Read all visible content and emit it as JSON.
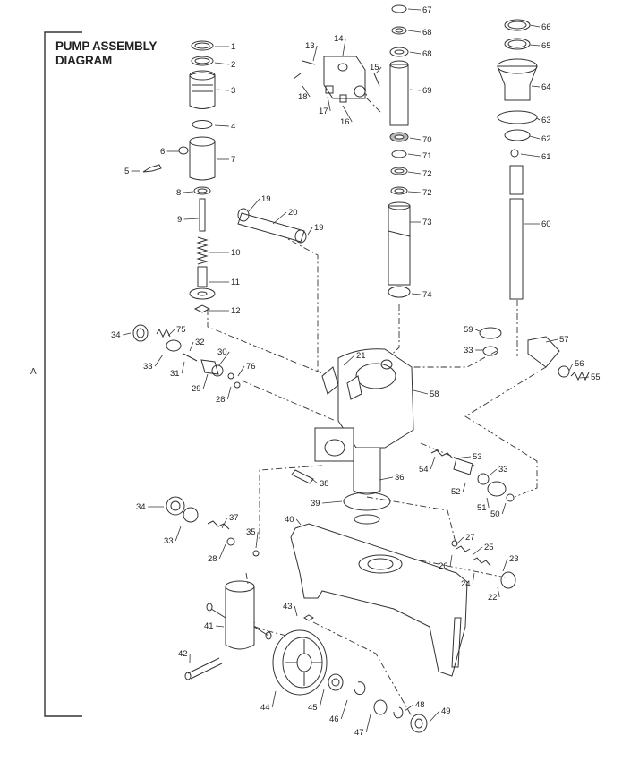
{
  "diagram": {
    "title_line1": "PUMP ASSEMBLY",
    "title_line2": "DIAGRAM",
    "section_letter": "A"
  },
  "parts": [
    {
      "label": "1"
    },
    {
      "label": "2"
    },
    {
      "label": "3"
    },
    {
      "label": "4"
    },
    {
      "label": "5"
    },
    {
      "label": "6"
    },
    {
      "label": "7"
    },
    {
      "label": "8"
    },
    {
      "label": "9"
    },
    {
      "label": "10"
    },
    {
      "label": "11"
    },
    {
      "label": "12"
    },
    {
      "label": "13"
    },
    {
      "label": "14"
    },
    {
      "label": "15"
    },
    {
      "label": "16"
    },
    {
      "label": "17"
    },
    {
      "label": "18"
    },
    {
      "label": "19"
    },
    {
      "label": "20"
    },
    {
      "label": "19"
    },
    {
      "label": "21"
    },
    {
      "label": "22"
    },
    {
      "label": "23"
    },
    {
      "label": "24"
    },
    {
      "label": "25"
    },
    {
      "label": "26"
    },
    {
      "label": "27"
    },
    {
      "label": "28"
    },
    {
      "label": "29"
    },
    {
      "label": "30"
    },
    {
      "label": "31"
    },
    {
      "label": "32"
    },
    {
      "label": "33"
    },
    {
      "label": "34"
    },
    {
      "label": "75"
    },
    {
      "label": "76"
    },
    {
      "label": "28"
    },
    {
      "label": "33"
    },
    {
      "label": "34"
    },
    {
      "label": "37"
    },
    {
      "label": "35"
    },
    {
      "label": "36"
    },
    {
      "label": "38"
    },
    {
      "label": "39"
    },
    {
      "label": "40"
    },
    {
      "label": "41"
    },
    {
      "label": "42"
    },
    {
      "label": "43"
    },
    {
      "label": "44"
    },
    {
      "label": "45"
    },
    {
      "label": "46"
    },
    {
      "label": "47"
    },
    {
      "label": "48"
    },
    {
      "label": "49"
    },
    {
      "label": "50"
    },
    {
      "label": "51"
    },
    {
      "label": "52"
    },
    {
      "label": "53"
    },
    {
      "label": "33"
    },
    {
      "label": "54"
    },
    {
      "label": "55"
    },
    {
      "label": "56"
    },
    {
      "label": "57"
    },
    {
      "label": "58"
    },
    {
      "label": "59"
    },
    {
      "label": "33"
    },
    {
      "label": "60"
    },
    {
      "label": "61"
    },
    {
      "label": "62"
    },
    {
      "label": "63"
    },
    {
      "label": "64"
    },
    {
      "label": "65"
    },
    {
      "label": "66"
    },
    {
      "label": "67"
    },
    {
      "label": "68"
    },
    {
      "label": "68"
    },
    {
      "label": "69"
    },
    {
      "label": "70"
    },
    {
      "label": "71"
    },
    {
      "label": "72"
    },
    {
      "label": "72"
    },
    {
      "label": "73"
    },
    {
      "label": "74"
    }
  ]
}
